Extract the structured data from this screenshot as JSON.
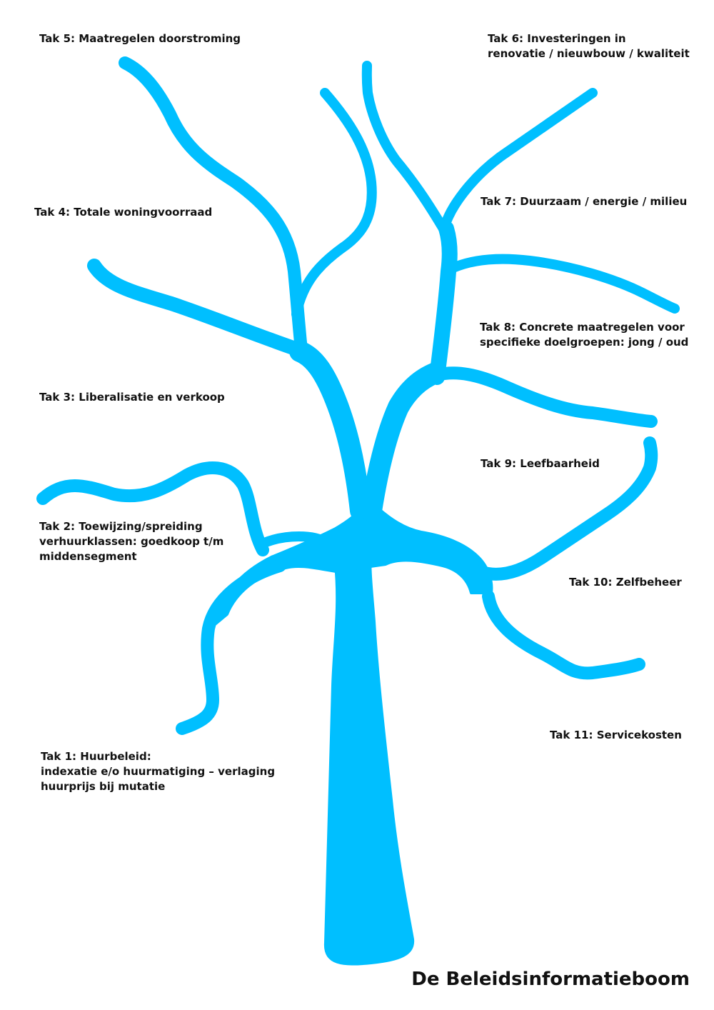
{
  "title": "De Beleidsinformatieboom",
  "colors": {
    "tree": "#00bfff",
    "text": "#111111",
    "background": "#ffffff"
  },
  "branches": [
    {
      "id": "tak1",
      "lines": [
        "Tak 1: Huurbeleid:",
        "indexatie e/o huurmatiging – verlaging",
        "huurprijs bij mutatie"
      ]
    },
    {
      "id": "tak2",
      "lines": [
        "Tak 2: Toewijzing/spreiding",
        "verhuurklassen:  goedkoop t/m",
        "middensegment"
      ]
    },
    {
      "id": "tak3",
      "lines": [
        "Tak 3: Liberalisatie en verkoop"
      ]
    },
    {
      "id": "tak4",
      "lines": [
        "Tak 4: Totale woningvoorraad"
      ]
    },
    {
      "id": "tak5",
      "lines": [
        "Tak 5: Maatregelen doorstroming"
      ]
    },
    {
      "id": "tak6",
      "lines": [
        "Tak 6: Investeringen in",
        "renovatie / nieuwbouw / kwaliteit"
      ]
    },
    {
      "id": "tak7",
      "lines": [
        "Tak 7: Duurzaam / energie / milieu"
      ]
    },
    {
      "id": "tak8",
      "lines": [
        "Tak 8: Concrete maatregelen voor",
        "specifieke doelgroepen: jong / oud"
      ]
    },
    {
      "id": "tak9",
      "lines": [
        "Tak 9: Leefbaarheid"
      ]
    },
    {
      "id": "tak10",
      "lines": [
        "Tak 10: Zelfbeheer"
      ]
    },
    {
      "id": "tak11",
      "lines": [
        "Tak 11: Servicekosten"
      ]
    }
  ]
}
